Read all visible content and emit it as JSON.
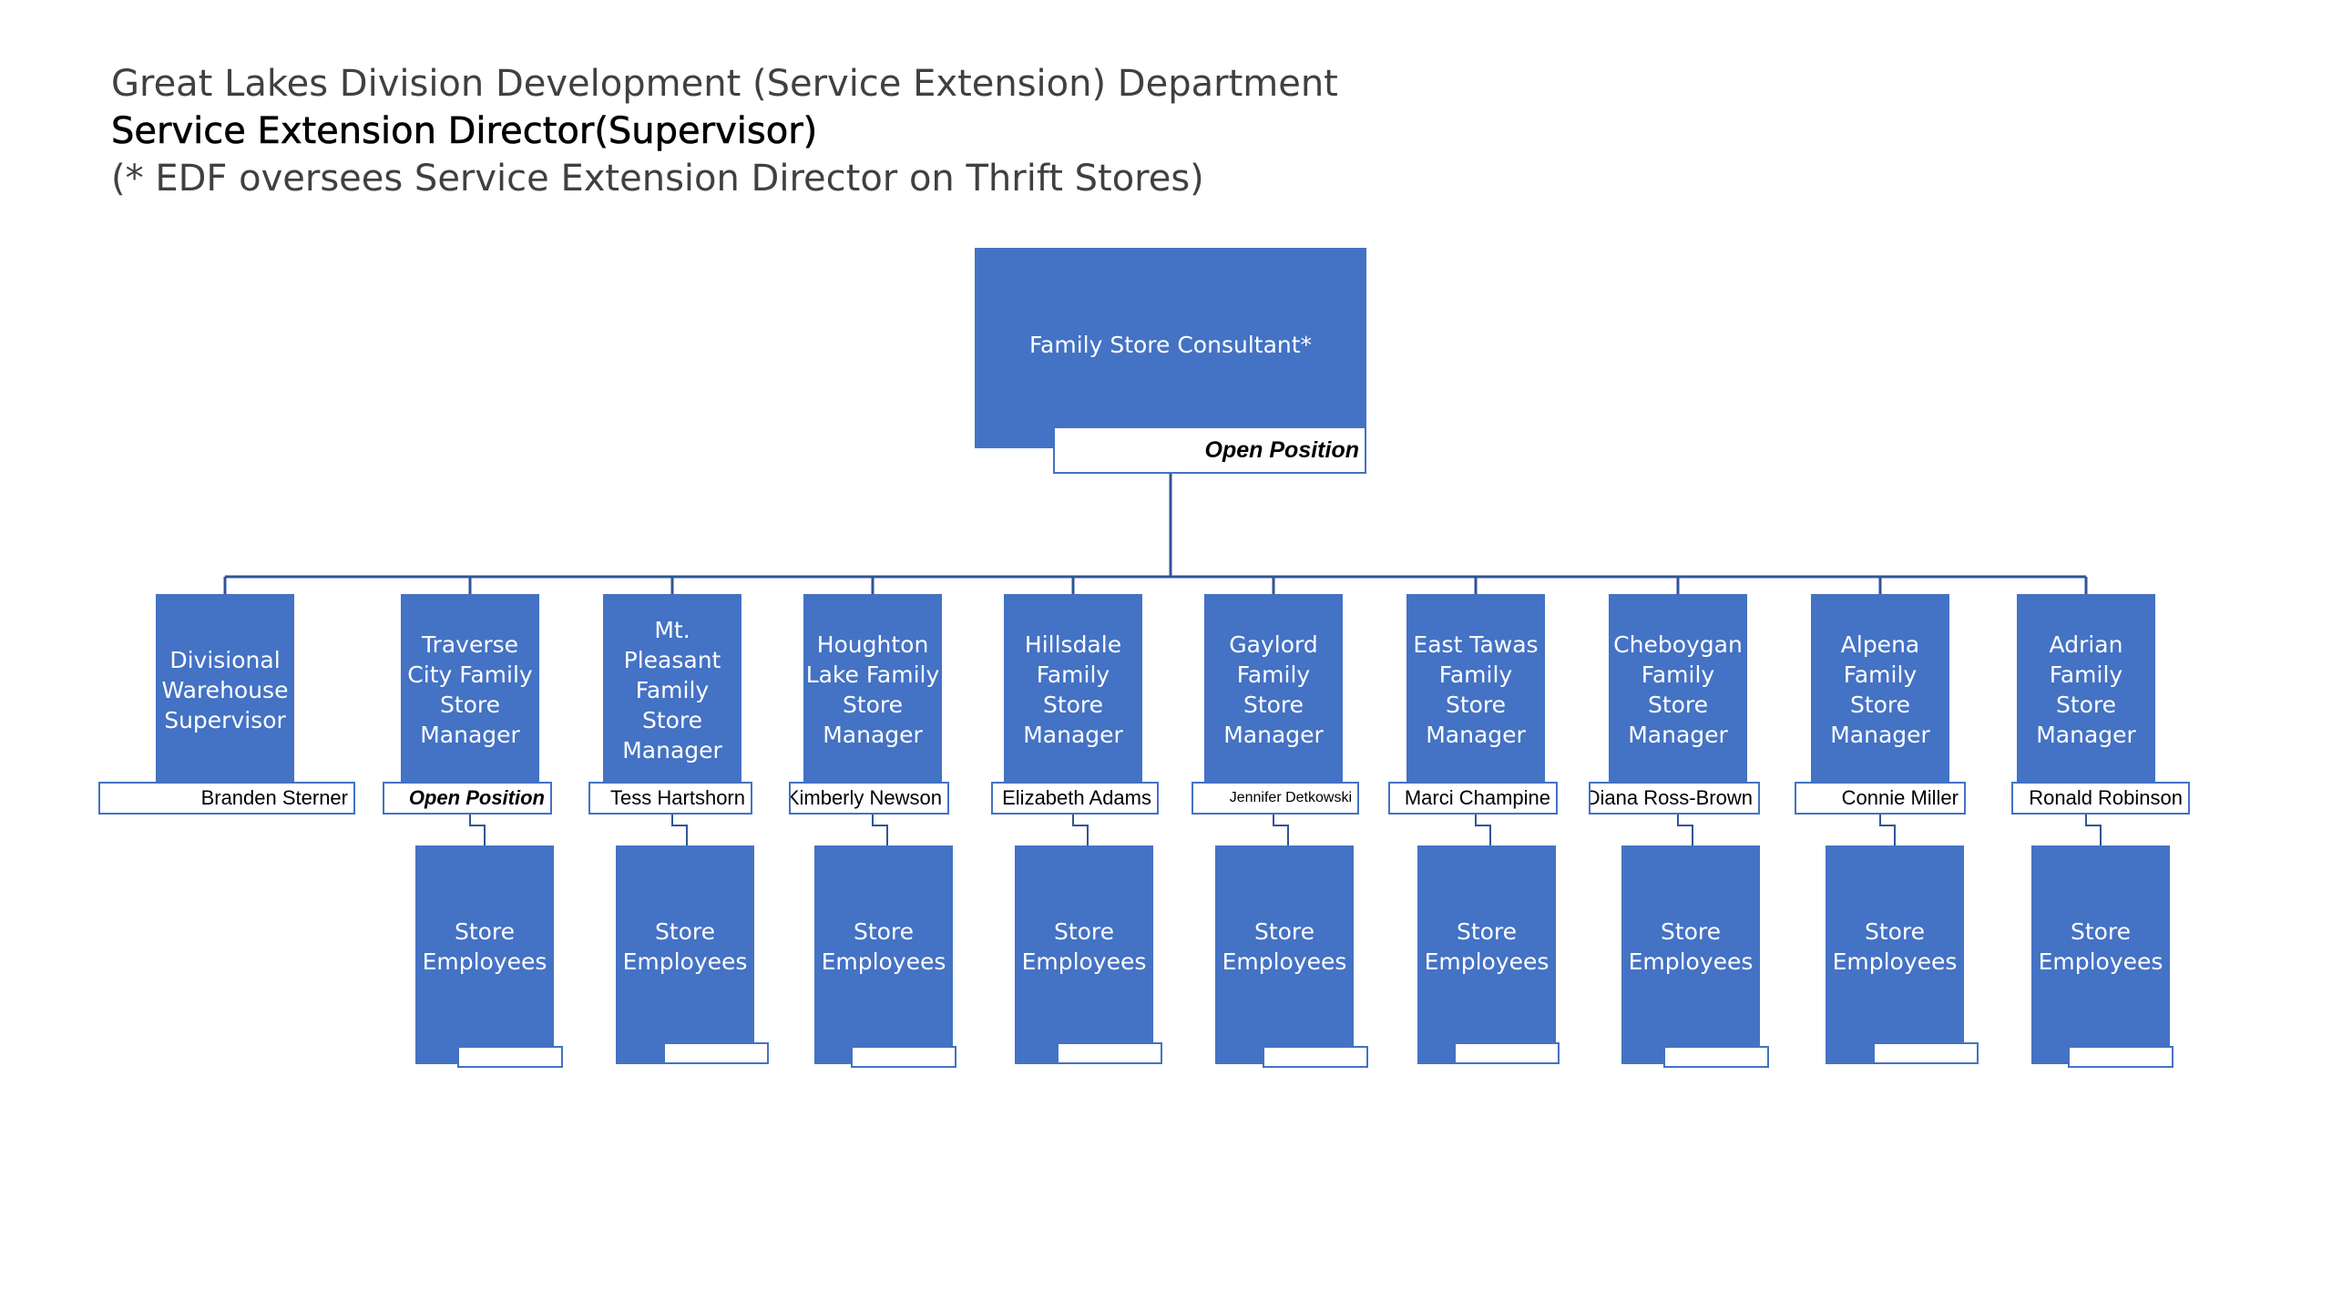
{
  "header": {
    "line1": "Great Lakes Division Development (Service Extension) Department",
    "line2": "Service Extension Director(Supervisor)",
    "line3": "(* EDF oversees Service Extension Director on Thrift Stores)"
  },
  "top": {
    "title": "Family Store Consultant*",
    "name": "Open Position"
  },
  "managers": [
    {
      "title": "Divisional Warehouse Supervisor",
      "name": "Branden Sterner"
    },
    {
      "title": "Traverse City Family Store Manager",
      "name": "Open Position",
      "employees": "Store Employees"
    },
    {
      "title": "Mt. Pleasant Family Store Manager",
      "name": "Tess Hartshorn",
      "employees": "Store Employees"
    },
    {
      "title": "Houghton Lake Family Store Manager",
      "name": "Kimberly Newson",
      "employees": "Store Employees"
    },
    {
      "title": "Hillsdale Family Store Manager",
      "name": "Elizabeth Adams",
      "employees": "Store Employees"
    },
    {
      "title": "Gaylord Family Store Manager",
      "name": "Jennifer Detkowski",
      "employees": "Store Employees"
    },
    {
      "title": "East Tawas Family Store Manager",
      "name": "Marci Champine",
      "employees": "Store Employees"
    },
    {
      "title": "Cheboygan Family Store Manager",
      "name": "Diana Ross-Brown",
      "employees": "Store Employees"
    },
    {
      "title": "Alpena Family Store Manager",
      "name": "Connie Miller",
      "employees": "Store Employees"
    },
    {
      "title": "Adrian Family Store Manager",
      "name": "Ronald Robinson",
      "employees": "Store Employees"
    }
  ],
  "colors": {
    "box": "#4472c4",
    "connector": "#2f5597",
    "tag_border": "#4472c4"
  }
}
